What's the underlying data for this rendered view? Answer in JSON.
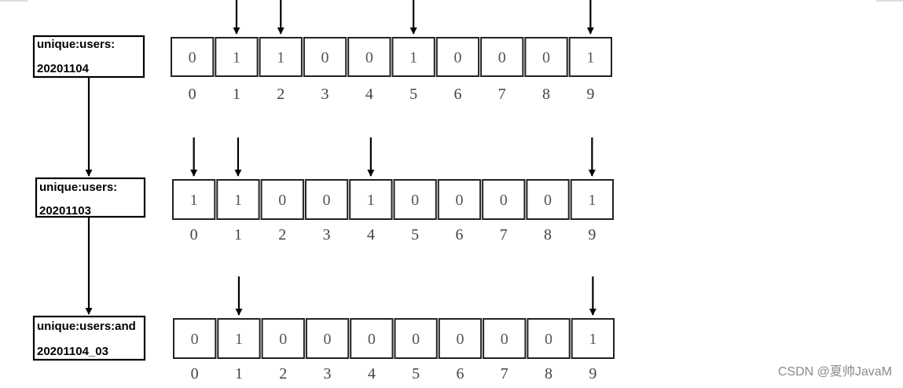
{
  "diagram": {
    "rows": [
      {
        "key": [
          "unique:users:",
          "20201104"
        ],
        "bits": [
          0,
          1,
          1,
          0,
          0,
          1,
          0,
          0,
          0,
          1
        ],
        "indices": [
          "0",
          "1",
          "2",
          "3",
          "4",
          "5",
          "6",
          "7",
          "8",
          "9"
        ]
      },
      {
        "key": [
          "unique:users:",
          "20201103"
        ],
        "bits": [
          1,
          1,
          0,
          0,
          1,
          0,
          0,
          0,
          0,
          1
        ],
        "indices": [
          "0",
          "1",
          "2",
          "3",
          "4",
          "5",
          "6",
          "7",
          "8",
          "9"
        ]
      },
      {
        "key": [
          "unique:users:and",
          "20201104_03"
        ],
        "bits": [
          0,
          1,
          0,
          0,
          0,
          0,
          0,
          0,
          0,
          1
        ],
        "indices": [
          "0",
          "1",
          "2",
          "3",
          "4",
          "5",
          "6",
          "7",
          "8",
          "9"
        ]
      }
    ]
  },
  "watermark": "CSDN @夏帅JavaM"
}
